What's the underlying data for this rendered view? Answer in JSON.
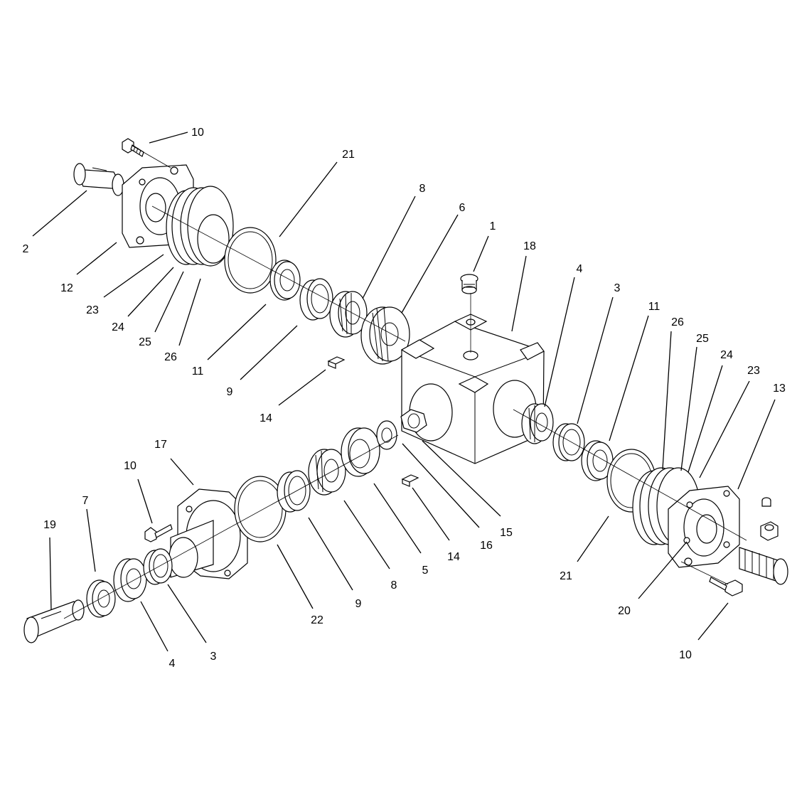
{
  "diagram": {
    "callouts": [
      {
        "id": "c-10-top",
        "label": "10"
      },
      {
        "id": "c-21-top",
        "label": "21"
      },
      {
        "id": "c-8-top",
        "label": "8"
      },
      {
        "id": "c-6",
        "label": "6"
      },
      {
        "id": "c-1",
        "label": "1"
      },
      {
        "id": "c-18",
        "label": "18"
      },
      {
        "id": "c-4-right",
        "label": "4"
      },
      {
        "id": "c-3-right",
        "label": "3"
      },
      {
        "id": "c-11-right",
        "label": "11"
      },
      {
        "id": "c-26-right",
        "label": "26"
      },
      {
        "id": "c-25-right",
        "label": "25"
      },
      {
        "id": "c-24-right",
        "label": "24"
      },
      {
        "id": "c-23-right",
        "label": "23"
      },
      {
        "id": "c-13",
        "label": "13"
      },
      {
        "id": "c-2",
        "label": "2"
      },
      {
        "id": "c-12",
        "label": "12"
      },
      {
        "id": "c-23-left",
        "label": "23"
      },
      {
        "id": "c-24-left",
        "label": "24"
      },
      {
        "id": "c-25-left",
        "label": "25"
      },
      {
        "id": "c-26-left",
        "label": "26"
      },
      {
        "id": "c-11-left",
        "label": "11"
      },
      {
        "id": "c-9-top",
        "label": "9"
      },
      {
        "id": "c-14-top",
        "label": "14"
      },
      {
        "id": "c-17",
        "label": "17"
      },
      {
        "id": "c-10-mid",
        "label": "10"
      },
      {
        "id": "c-7",
        "label": "7"
      },
      {
        "id": "c-19",
        "label": "19"
      },
      {
        "id": "c-4-bottom",
        "label": "4"
      },
      {
        "id": "c-3-bottom",
        "label": "3"
      },
      {
        "id": "c-22",
        "label": "22"
      },
      {
        "id": "c-9-bottom",
        "label": "9"
      },
      {
        "id": "c-8-bottom",
        "label": "8"
      },
      {
        "id": "c-5",
        "label": "5"
      },
      {
        "id": "c-14-bottom",
        "label": "14"
      },
      {
        "id": "c-16",
        "label": "16"
      },
      {
        "id": "c-15",
        "label": "15"
      },
      {
        "id": "c-21-bottom",
        "label": "21"
      },
      {
        "id": "c-20",
        "label": "20"
      },
      {
        "id": "c-10-bottom",
        "label": "10"
      }
    ]
  }
}
